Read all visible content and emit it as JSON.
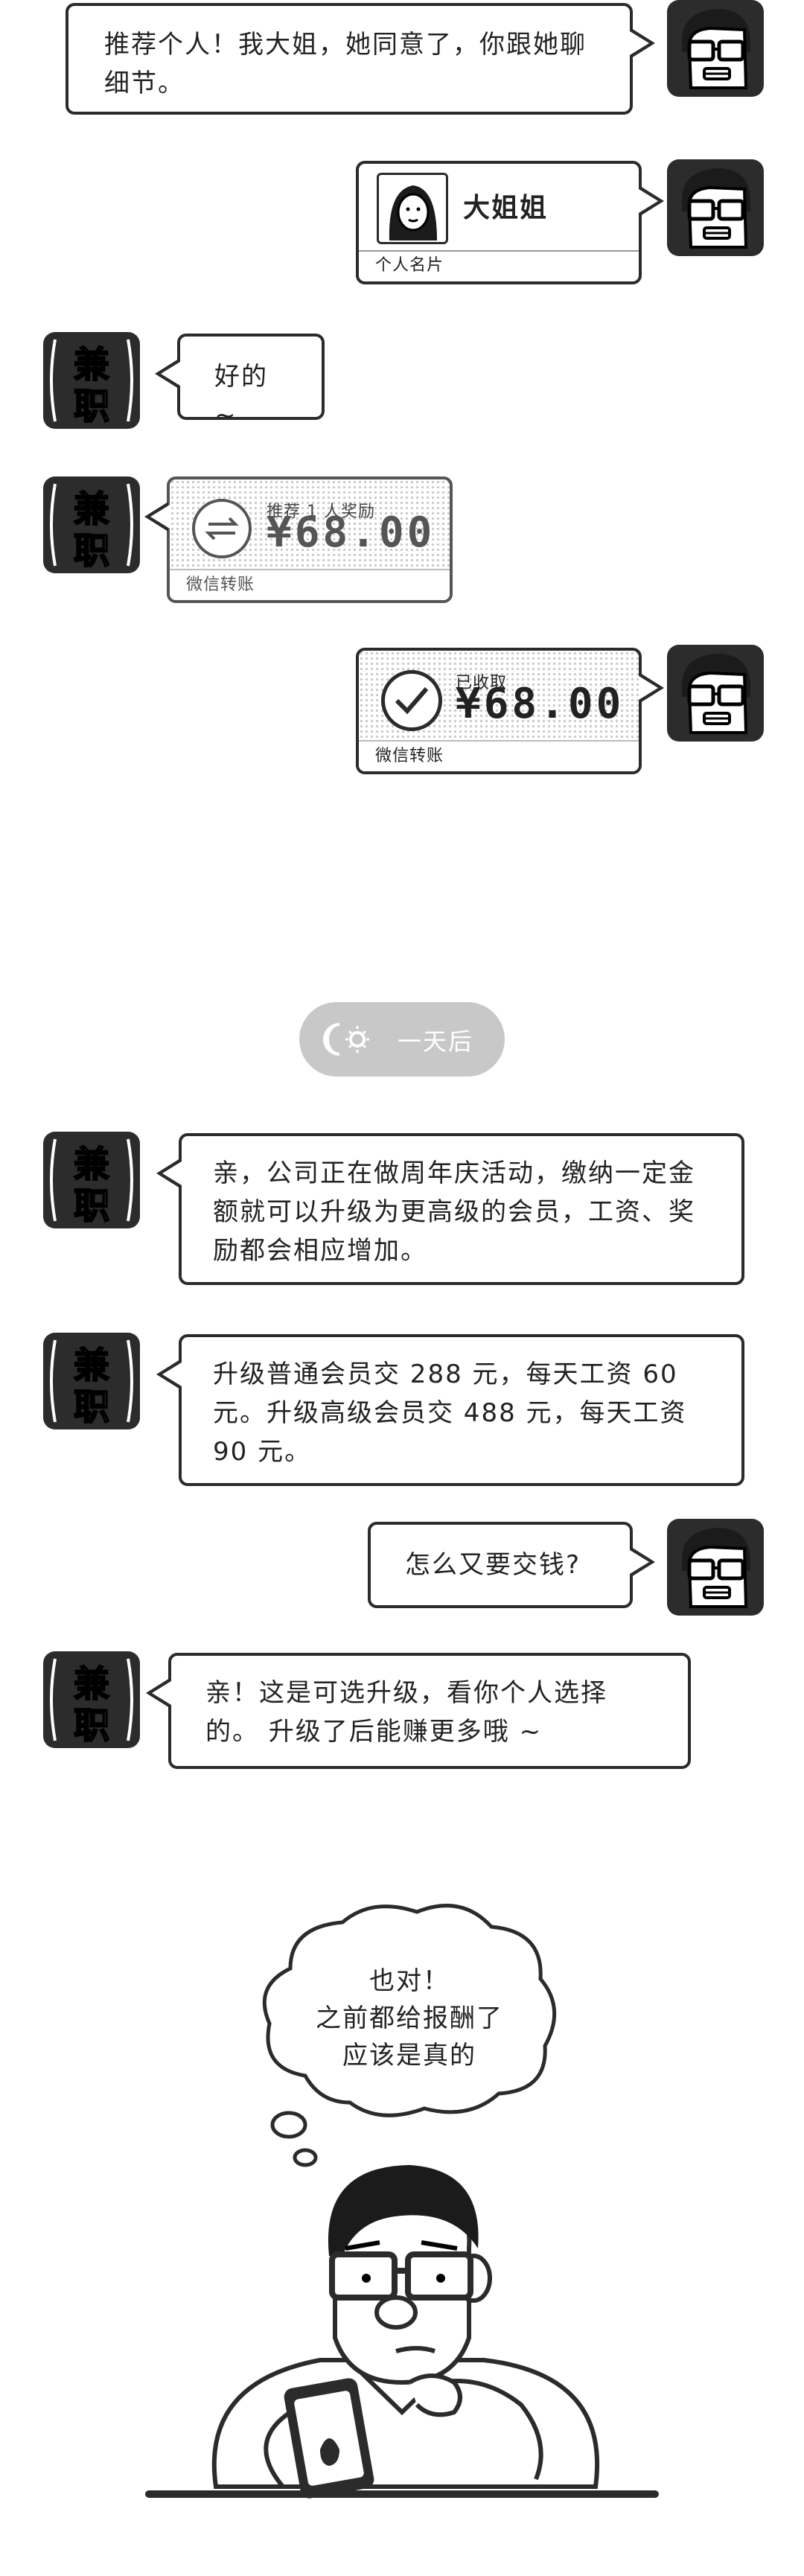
{
  "messages": {
    "m1": "推荐个人！我大姐，她同意了，你跟她聊细节。",
    "contact_card": {
      "name": "大姐姐",
      "label": "个人名片"
    },
    "m3": "好的 ~",
    "transfer_in": {
      "note": "推荐 1 人奖励",
      "amount": "¥68.00",
      "label": "微信转账"
    },
    "transfer_received": {
      "note": "已收取",
      "amount": "¥68.00",
      "label": "微信转账"
    },
    "divider": "一天后",
    "m6": "亲，公司正在做周年庆活动，缴纳一定金额就可以升级为更高级的会员，工资、奖励都会相应增加。",
    "m7": "升级普通会员交 288 元，每天工资 60 元。升级高级会员交 488 元，每天工资 90 元。",
    "m8": "怎么又要交钱?",
    "m9": "亲！这是可选升级，看你个人选择的。 升级了后能赚更多哦 ~"
  },
  "avatar_glyphs": {
    "top": "兼",
    "bottom": "职"
  },
  "thought": {
    "line1": "也对！",
    "line2": "之前都给报酬了",
    "line3": "应该是真的"
  },
  "colors": {
    "line": "#2b2b2b",
    "avatar_bg": "#2c2c2c",
    "pill": "#c8c8c8"
  }
}
